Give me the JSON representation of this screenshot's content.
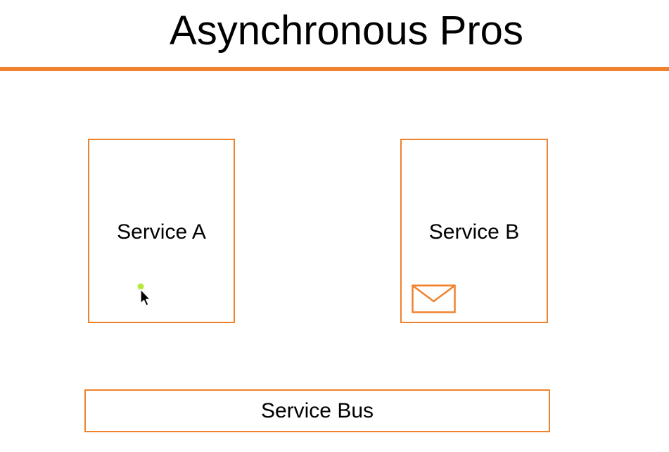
{
  "slide": {
    "title": "Asynchronous Pros"
  },
  "colors": {
    "accent": "#F0822D",
    "rule": "#F0822D",
    "text": "#000000",
    "cursor_highlight": "#B5E83A"
  },
  "diagram": {
    "service_a": {
      "label": "Service A"
    },
    "service_b": {
      "label": "Service B",
      "icon": "envelope-icon"
    },
    "service_bus": {
      "label": "Service Bus"
    }
  },
  "overlay": {
    "cursor_icon": "mouse-pointer-icon"
  }
}
